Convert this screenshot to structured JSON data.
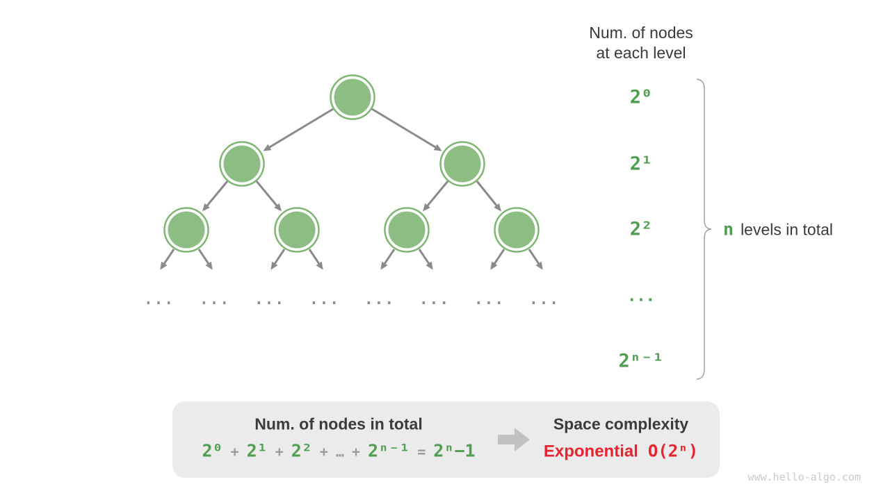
{
  "palette": {
    "node_fill": "#8cbd83",
    "node_ring": "#7fb573",
    "edge_gray": "#8a8a8a",
    "text_dark": "#3a3a3a",
    "green_text": "#4f9e52",
    "operator_gray": "#9a9a9a",
    "box_bg": "#ebebeb",
    "block_arrow_gray": "#c1c1c1",
    "red": "#e52430",
    "watermark_gray": "#c9c9c9"
  },
  "right_column": {
    "header_line1": "Num. of nodes",
    "header_line2": "at each level",
    "levels": [
      {
        "label": "2⁰"
      },
      {
        "label": "2¹"
      },
      {
        "label": "2²"
      },
      {
        "label": "..."
      },
      {
        "label": "2ⁿ⁻¹"
      }
    ],
    "brace_label": {
      "n": "n",
      "text": "levels in total"
    }
  },
  "tree": {
    "ellipsis": "..."
  },
  "summary": {
    "left_title": "Num. of nodes in total",
    "formula_tokens": [
      {
        "text": "2⁰",
        "color": "green"
      },
      {
        "text": "+",
        "color": "gray"
      },
      {
        "text": "2¹",
        "color": "green"
      },
      {
        "text": "+",
        "color": "gray"
      },
      {
        "text": "2²",
        "color": "green"
      },
      {
        "text": "+",
        "color": "gray"
      },
      {
        "text": "…",
        "color": "gray"
      },
      {
        "text": "+",
        "color": "gray"
      },
      {
        "text": "2ⁿ⁻¹",
        "color": "green"
      },
      {
        "text": "=",
        "color": "gray"
      },
      {
        "text": "2ⁿ−1",
        "color": "green"
      }
    ],
    "right_title": "Space complexity",
    "complexity_word": "Exponential",
    "complexity_o": "O(2ⁿ)"
  },
  "watermark": "www.hello-algo.com"
}
